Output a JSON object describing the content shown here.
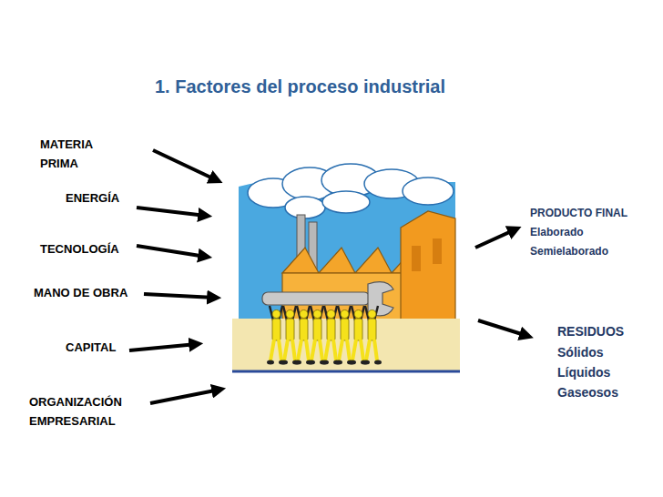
{
  "diagram": {
    "title": "1. Factores del proceso industrial",
    "labels": [
      "MATERIA PRIMA",
      "ENERGÍA",
      "TECNOLOGÍA",
      "MANO DE OBRA",
      "CAPITAL",
      "ORGANIZACIÓN EMPRESARIAL",
      "PRODUCTO FINAL",
      "Elaborado",
      "Semielaborado",
      "RESIDUOS",
      "Sólidos",
      "Líquidos",
      "Gaseosos"
    ]
  }
}
